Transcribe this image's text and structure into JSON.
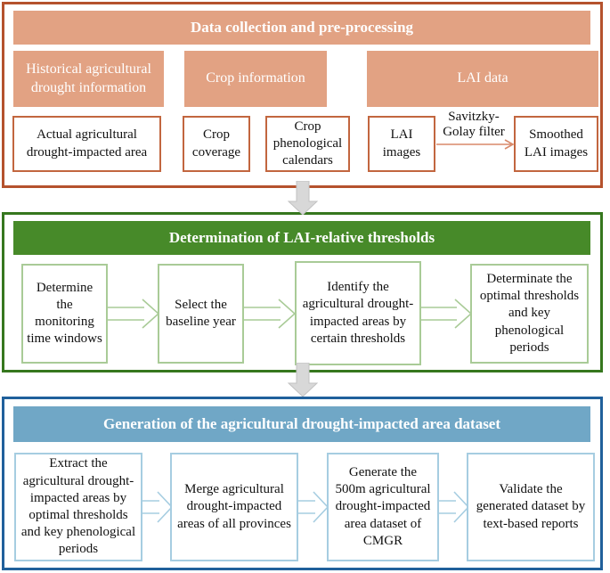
{
  "colors": {
    "orange_border": "#B5522D",
    "salmon_fill": "#E2A283",
    "orange_box_border": "#C2663F",
    "green_border": "#36771E",
    "green_header_fill": "#478A29",
    "green_box_border": "#A9CB97",
    "blue_border": "#20609B",
    "blue_header_fill": "#70A7C6",
    "blue_box_border": "#A6CDE1",
    "gray_arrow_fill": "#D8D8D8",
    "savitzky_arrow": "#D8896A"
  },
  "section1": {
    "title": "Data collection and pre-processing",
    "subheaders": [
      "Historical agricultural drought information",
      "Crop information",
      "LAI data"
    ],
    "boxes": [
      "Actual agricultural drought-impacted area",
      "Crop coverage",
      "Crop phenological calendars",
      "LAI images",
      "Smoothed LAI images"
    ],
    "filter_label_line1": "Savitzky-",
    "filter_label_line2": "Golay filter"
  },
  "section2": {
    "title": "Determination of LAI-relative thresholds",
    "steps": [
      "Determine the monitoring time windows",
      "Select the baseline year",
      "Identify the agricultural drought-impacted areas by certain thresholds",
      "Determinate the optimal thresholds and key phenological periods"
    ]
  },
  "section3": {
    "title": "Generation of the agricultural drought-impacted area dataset",
    "steps": [
      "Extract the agricultural drought-impacted areas by optimal thresholds and key phenological periods",
      "Merge agricultural drought-impacted areas of all provinces",
      "Generate the 500m agricultural drought-impacted area dataset of CMGR",
      "Validate the generated dataset by text-based reports"
    ]
  }
}
